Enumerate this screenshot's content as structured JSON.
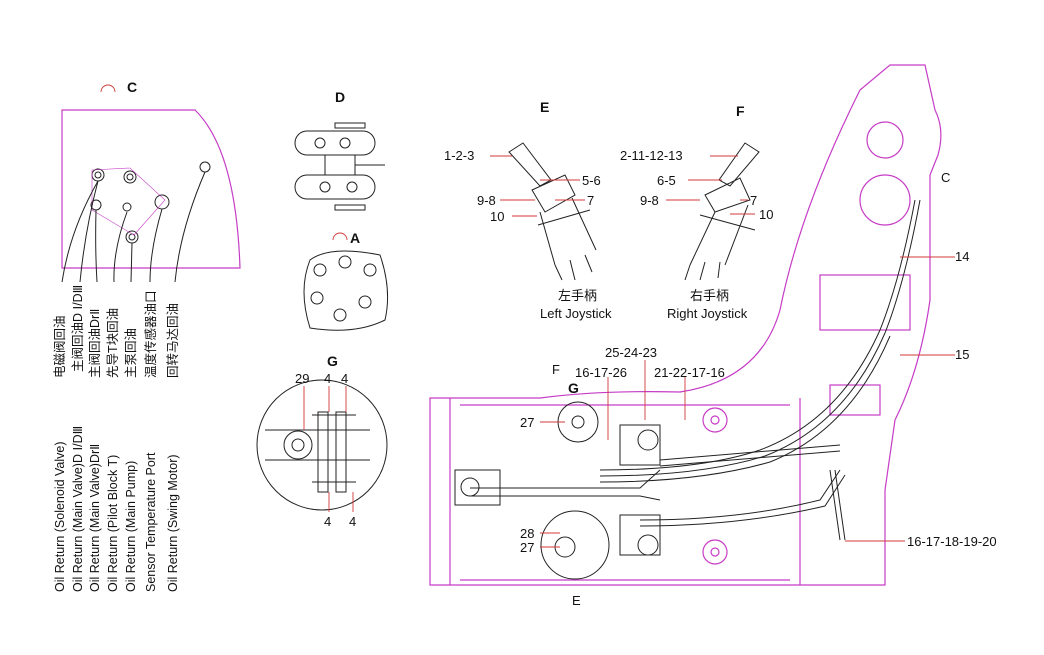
{
  "colors": {
    "frame": "#c63cc6",
    "leader": "#d03a3a",
    "line": "#222222"
  },
  "views": {
    "C": "C",
    "D": "D",
    "A": "A",
    "G": "G",
    "E": "E",
    "F": "F"
  },
  "return_ports": [
    {
      "en": "Oil Return (Solenoid Valve)",
      "cn": "电磁阀回油"
    },
    {
      "en": "Oil Return (Main Valve)D Ⅰ/DⅢ",
      "cn": "主阀回油D Ⅰ/DⅢ"
    },
    {
      "en": "Oil Return (Main Valve)DrⅡ",
      "cn": "主阀回油DrⅡ"
    },
    {
      "en": "Oil Return (Pilot Block T)",
      "cn": "先导T块回油"
    },
    {
      "en": "Oil Return (Main Pump)",
      "cn": "主泵回油"
    },
    {
      "en": "Sensor Temperature Port",
      "cn": "温度传感器油口"
    },
    {
      "en": "Oil Return (Swing Motor)",
      "cn": "回转马达回油"
    }
  ],
  "view_g_parts": [
    "29",
    "4",
    "4",
    "4",
    "4"
  ],
  "left_joystick": {
    "cn": "左手柄",
    "en": "Left Joystick",
    "parts": [
      "1-2-3",
      "5-6",
      "9-8",
      "7",
      "10"
    ]
  },
  "right_joystick": {
    "cn": "右手柄",
    "en": "Right Joystick",
    "parts": [
      "2-11-12-13",
      "6-5",
      "9-8",
      "7",
      "10"
    ]
  },
  "cab_parts": {
    "p14": "14",
    "p15": "15",
    "p16_20": "16-17-18-19-20",
    "p25_23": "25-24-23",
    "p16_26": "16-17-26",
    "p21_16": "21-22-17-16",
    "p27a": "27",
    "p28": "28",
    "p27b": "27"
  }
}
